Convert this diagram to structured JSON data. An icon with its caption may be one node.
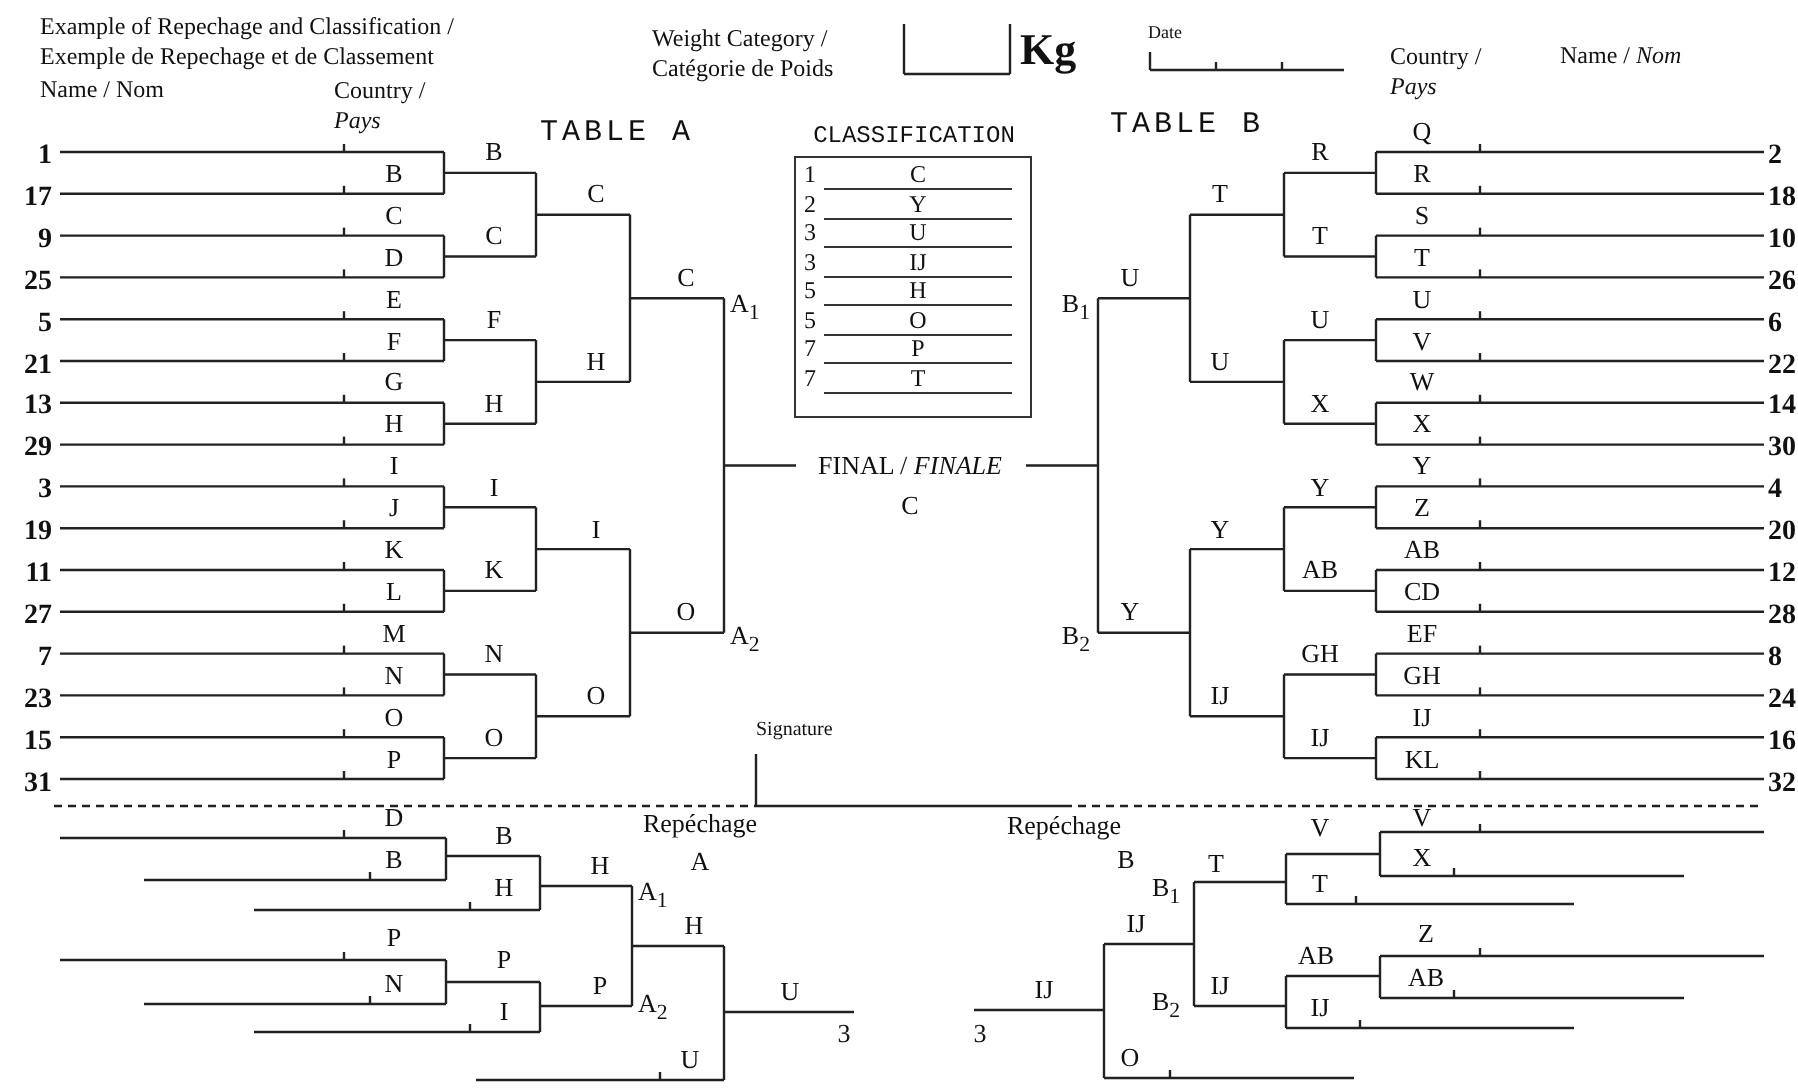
{
  "diagram": {
    "nodes": [
      {
        "text": [
          "CLASSIFICATION",
          "1",
          "C",
          "2",
          "Y",
          "3",
          "U",
          "3",
          "IJ",
          "5",
          "H",
          "5",
          "O",
          "7",
          "P",
          "7",
          "T"
        ]
      }
    ],
    "labels": [
      "Example of Repechage and Classification / Exemple de Repechage et de Classement",
      "Weight Category / Catégorie de Poids",
      "Kg",
      "Date",
      "Name / Nom",
      "Country / *Pays*",
      "Country / *Pays*",
      "Name / *Nom*",
      "TABLE A",
      "TABLE B",
      "1",
      "17",
      "9",
      "25",
      "5",
      "21",
      "13",
      "29",
      "3",
      "19",
      "11",
      "27",
      "7",
      "23",
      "15",
      "31",
      "B",
      "C",
      "D",
      "E",
      "F",
      "G",
      "H",
      "I",
      "J",
      "K",
      "L",
      "M",
      "N",
      "O",
      "P",
      "B",
      "C",
      "F",
      "H",
      "I",
      "K",
      "N",
      "O",
      "C",
      "H",
      "I",
      "O",
      "C",
      "O",
      "A$_{1}$",
      "A$_{2}$",
      "FINAL / *FINALE*",
      "C",
      "B$_{1}$",
      "B$_{2}$",
      "U",
      "Y",
      "T",
      "U",
      "Y",
      "IJ",
      "R",
      "T",
      "U",
      "X",
      "Y",
      "AB",
      "GH",
      "IJ",
      "Q",
      "R",
      "S",
      "T",
      "U",
      "V",
      "W",
      "X",
      "Y",
      "Z",
      "AB",
      "CD",
      "EF",
      "GH",
      "IJ",
      "KL",
      "2",
      "18",
      "10",
      "26",
      "6",
      "22",
      "14",
      "30",
      "4",
      "20",
      "12",
      "28",
      "8",
      "24",
      "16",
      "32",
      "Signature",
      "D",
      "Repéchage",
      "B",
      "B",
      "A",
      "H",
      "H",
      "A$_{1}$",
      "H",
      "P",
      "P",
      "N",
      "P",
      "U",
      "A$_{2}$",
      "I",
      "3",
      "U",
      "Repéchage",
      "V",
      "V",
      "B",
      "X",
      "T",
      "T",
      "B$_{1}$",
      "IJ",
      "Z",
      "AB",
      "AB",
      "IJ",
      "IJ",
      "B$_{2}$",
      "IJ",
      "3",
      "O"
    ]
  }
}
